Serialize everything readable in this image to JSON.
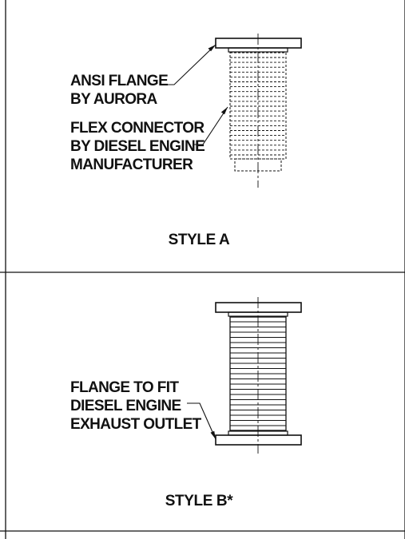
{
  "panels": [
    {
      "id": "style-a",
      "caption": "STYLE A",
      "labels": [
        {
          "lines": [
            "ANSI FLANGE",
            "BY AURORA"
          ]
        },
        {
          "lines": [
            "FLEX CONNECTOR",
            "BY DIESEL ENGINE",
            "MANUFACTURER"
          ]
        }
      ]
    },
    {
      "id": "style-b",
      "caption": "STYLE B*",
      "labels": [
        {
          "lines": [
            "FLANGE TO FIT",
            "DIESEL ENGINE",
            "EXHAUST OUTLET"
          ]
        }
      ]
    }
  ],
  "colors": {
    "line": "#111111",
    "background": "#ffffff"
  }
}
